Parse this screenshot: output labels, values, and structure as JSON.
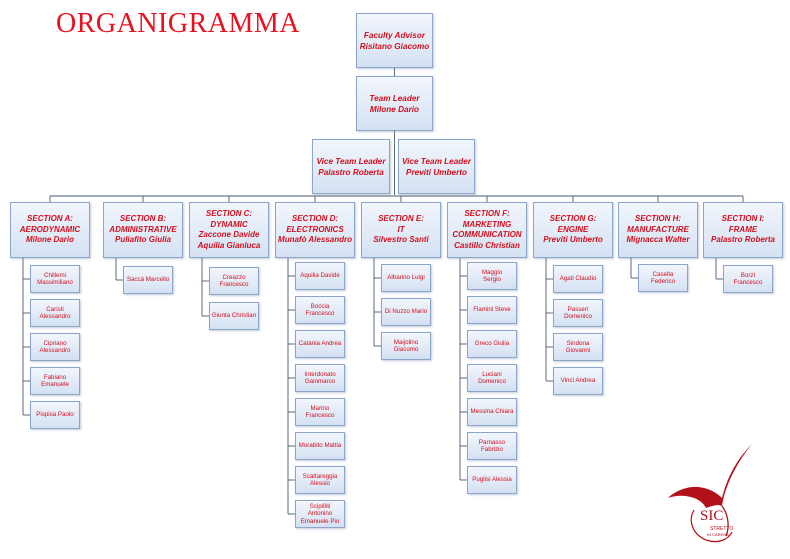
{
  "title": "ORGANIGRAMMA",
  "colors": {
    "text": "#d40f1d",
    "title": "#e8111d",
    "border": "#8ba6c9",
    "line": "#4a5a70",
    "logo": "#b3111a"
  },
  "leadership": {
    "faculty_advisor": "Faculty Advisor\nRisitano Giacomo",
    "team_leader": "Team Leader\nMilone Dario",
    "vice_team_leaders": [
      "Vice Team Leader\nPalastro Roberta",
      "Vice Team Leader\nPreviti Umberto"
    ]
  },
  "sections": [
    {
      "label": "SECTION A:\nAERODYNAMIC\nMilone Dario",
      "members": [
        "Chillemi\nMassimiliano",
        "Caristi\nAlessandro",
        "Cipriano\nAlessandro",
        "Fabiano\nEmanuele",
        "Pispisa Paolo"
      ]
    },
    {
      "label": "SECTION B:\nADMINISTRATIVE\nPuliafito Giulia",
      "members": [
        "Saccà Marcello"
      ]
    },
    {
      "label": "SECTION C:\nDYNAMIC\nZaccone Davide\nAquilia Gianluca",
      "members": [
        "Creazzo\nFrancesco",
        "Giunta Christian"
      ]
    },
    {
      "label": "SECTION D:\nELECTRONICS\nMunafò Alessandro",
      "members": [
        "Aquilia Davide",
        "Boccia\nFrancesco",
        "Catania Andrea",
        "Interdonato\nGainmarco",
        "Marino\nFrancesco",
        "Morabito Mattia",
        "Scattareggia\nAlessio",
        "Scipilliti\nAntonino\nEmanuele Pio"
      ]
    },
    {
      "label": "SECTION E:\nIT\nSilvestro Santi",
      "members": [
        "Albarino Luigi",
        "Di Nuzzo Mario",
        "Maijolino\nGiacomo"
      ]
    },
    {
      "label": "SECTION F:\nMARKETING\nCOMMUNICATION\nCastillo Christian",
      "members": [
        "Maggio\nSergio",
        "Flamini Steve",
        "Greco Giulia",
        "Luciani\nDomenico",
        "Messina Chiara",
        "Parnasso\nFabrizio",
        "Puglisi Alessia"
      ]
    },
    {
      "label": "SECTION G:\nENGINE\nPreviti Umberto",
      "members": [
        "Agati Claudio",
        "Passeri\nDomenico",
        "Sindona\nGiovanni",
        "Vinci Andrea"
      ]
    },
    {
      "label": "SECTION H:\nMANUFACTURE\nMignacca Walter",
      "members": [
        "Casella\nFederico"
      ]
    },
    {
      "label": "SECTION I:\nFRAME\nPalastro Roberta",
      "members": [
        "Borzì\nFrancesco"
      ]
    }
  ],
  "logo": {
    "text": "SIC",
    "subtitle": "STRETTO\nIN CARENA"
  }
}
